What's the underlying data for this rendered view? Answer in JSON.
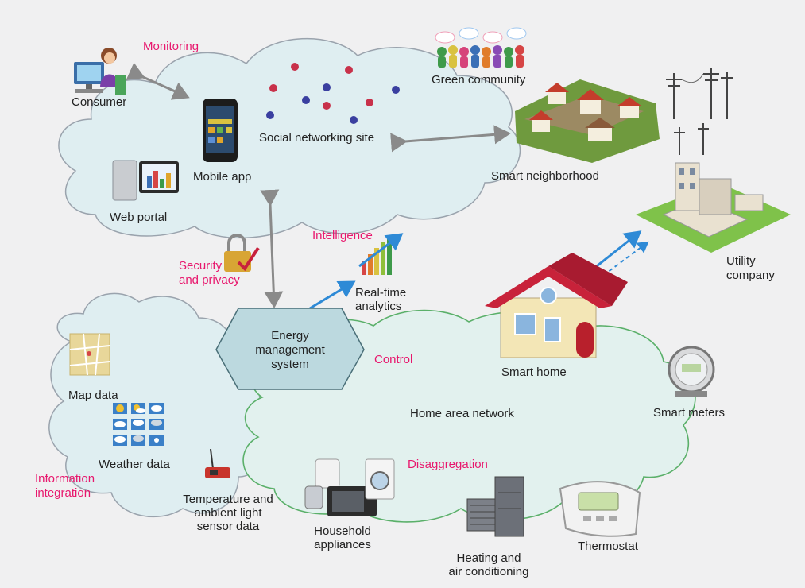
{
  "labels": {
    "monitoring": "Monitoring",
    "consumer": "Consumer",
    "green_community": "Green community",
    "social_networking_site": "Social networking site",
    "mobile_app": "Mobile app",
    "web_portal": "Web portal",
    "smart_neighborhood": "Smart neighborhood",
    "utility_company_1": "Utility",
    "utility_company_2": "company",
    "intelligence": "Intelligence",
    "security_1": "Security",
    "security_2": "and privacy",
    "realtime_1": "Real-time",
    "realtime_2": "analytics",
    "ems_1": "Energy",
    "ems_2": "management",
    "ems_3": "system",
    "control": "Control",
    "smart_home": "Smart home",
    "home_area_network": "Home area network",
    "smart_meters": "Smart meters",
    "map_data": "Map data",
    "weather_data": "Weather data",
    "info_integration_1": "Information",
    "info_integration_2": "integration",
    "sensor_1": "Temperature and",
    "sensor_2": "ambient light",
    "sensor_3": "sensor data",
    "disaggregation": "Disaggregation",
    "household_1": "Household",
    "household_2": "appliances",
    "heating_1": "Heating and",
    "heating_2": "air conditioning",
    "thermostat": "Thermostat"
  },
  "colors": {
    "background": "#f0f0f1",
    "cloud_blue_fill": "#dfeef1",
    "cloud_blue_stroke": "#9aa3ad",
    "cloud_green_fill": "#e2f1ee",
    "cloud_green_stroke": "#5bb06a",
    "accent_pink": "#e8176d",
    "arrow_gray": "#8a8a8a",
    "arrow_blue": "#2e8ad6",
    "ems_fill": "#bcd9df"
  },
  "icons": [
    "consumer-icon",
    "mobile-phone-icon",
    "computer-icon",
    "people-chat-icon",
    "social-node-icon",
    "neighborhood-icon",
    "power-pole-icon",
    "utility-building-icon",
    "lock-icon",
    "analytics-chart-icon",
    "house-icon",
    "smart-meter-icon",
    "map-icon",
    "weather-icon",
    "sensor-icon",
    "appliance-icon",
    "hvac-icon",
    "thermostat-icon"
  ]
}
